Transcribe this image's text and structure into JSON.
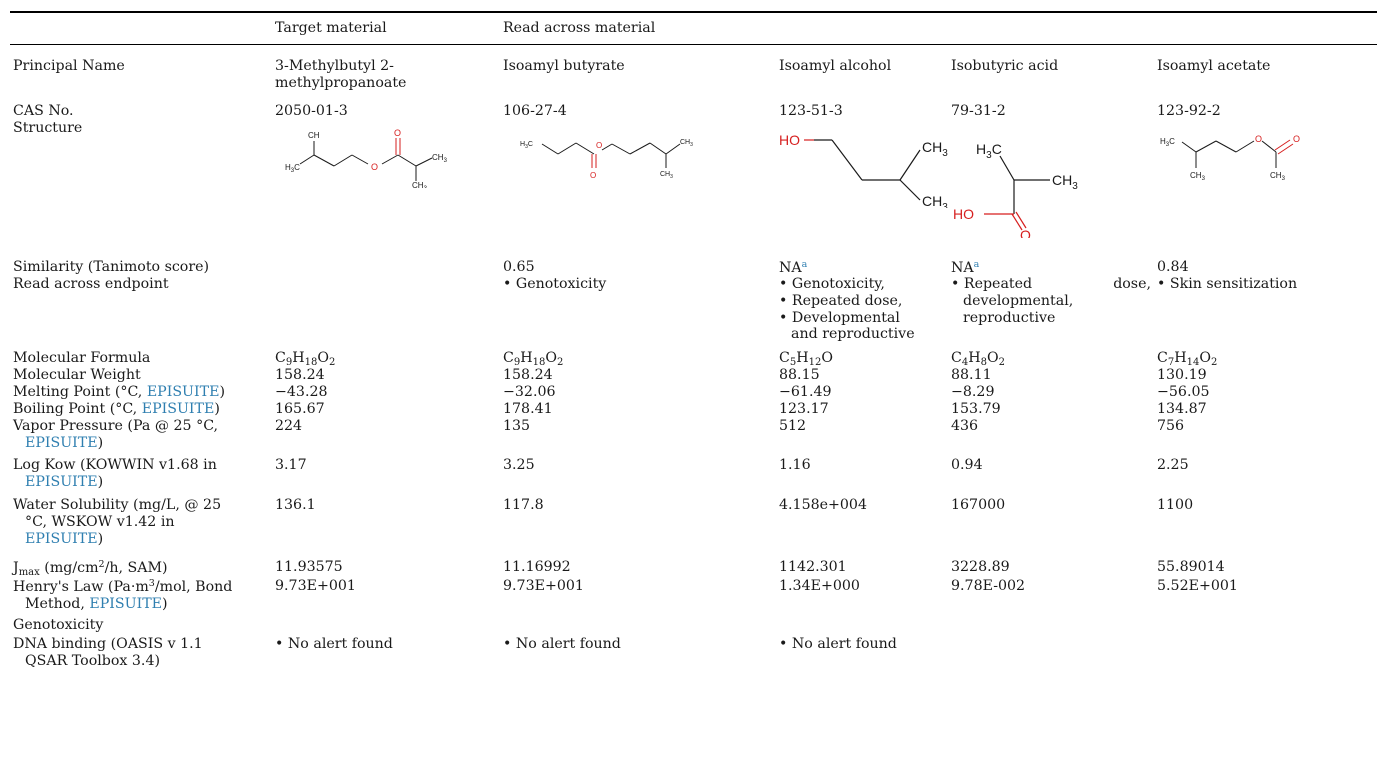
{
  "header": {
    "target_col": "Target material",
    "read_across_col": "Read across material"
  },
  "rows": {
    "principal_name": {
      "label": "Principal Name",
      "values": [
        "3-Methylbutyl 2-methylpropanoate",
        "Isoamyl butyrate",
        "Isoamyl alcohol",
        "Isobutyric acid",
        "Isoamyl acetate"
      ]
    },
    "cas": {
      "label": "CAS No.",
      "values": [
        "2050-01-3",
        "106-27-4",
        "123-51-3",
        "79-31-2",
        "123-92-2"
      ]
    },
    "structure": {
      "label": "Structure"
    },
    "similarity": {
      "label": "Similarity (Tanimoto score)",
      "values": [
        "",
        "0.65",
        "NA",
        "NA",
        "0.84"
      ],
      "footnote_mark": "a"
    },
    "read_across_endpoint": {
      "label": "Read across endpoint",
      "bullet": "•",
      "col2": [
        "Genotoxicity"
      ],
      "col3": [
        "Genotoxicity,",
        "Repeated dose,",
        "Developmental and reproductive"
      ],
      "col4_first_left": "Repeated",
      "col4_first_right": "dose,",
      "col4_rest": [
        "developmental,",
        "reproductive"
      ],
      "col5": [
        "Skin sensitization"
      ]
    },
    "molecular_formula": {
      "label": "Molecular Formula"
    },
    "molecular_weight": {
      "label": "Molecular Weight",
      "values": [
        "158.24",
        "158.24",
        "88.15",
        "88.11",
        "130.19"
      ]
    },
    "melting_point": {
      "label_pre": "Melting Point (°C, ",
      "label_link": "EPISUITE",
      "label_post": ")",
      "values": [
        "−43.28",
        "−32.06",
        "−61.49",
        "−8.29",
        "−56.05"
      ]
    },
    "boiling_point": {
      "label_pre": "Boiling Point (°C, ",
      "label_link": "EPISUITE",
      "label_post": ")",
      "values": [
        "165.67",
        "178.41",
        "123.17",
        "153.79",
        "134.87"
      ]
    },
    "vapor_pressure": {
      "label_pre": "Vapor Pressure (Pa @ 25 °C,",
      "label_link": "EPISUITE",
      "label_post": ")",
      "values": [
        "224",
        "135",
        "512",
        "436",
        "756"
      ]
    },
    "log_kow": {
      "label_pre": "Log Kow (KOWWIN v1.68 in",
      "label_link": "EPISUITE",
      "label_post": ")",
      "values": [
        "3.17",
        "3.25",
        "1.16",
        "0.94",
        "2.25"
      ]
    },
    "water_solubility": {
      "label_pre": "Water Solubility (mg/L, @ 25 °C, WSKOW v1.42 in",
      "label_link": "EPISUITE",
      "label_post": ")",
      "values": [
        "136.1",
        "117.8",
        "4.158e+004",
        "167000",
        "1100"
      ]
    },
    "jmax": {
      "label_j": "J",
      "label_sub": "max",
      "label_mid": " (mg/cm",
      "label_sup": "2",
      "label_post": "/h, SAM)",
      "values": [
        "11.93575",
        "11.16992",
        "1142.301",
        "3228.89",
        "55.89014"
      ]
    },
    "henrys_law": {
      "label_pre": "Henry's Law (Pa·m",
      "label_sup": "3",
      "label_mid": "/mol, Bond Method, ",
      "label_link": "EPISUITE",
      "label_post": ")",
      "values": [
        "9.73E+001",
        "9.73E+001",
        "1.34E+000",
        "9.78E-002",
        "5.52E+001"
      ]
    },
    "genotoxicity": {
      "label": "Genotoxicity"
    },
    "dna_binding": {
      "label": "DNA binding (OASIS v 1.1 QSAR Toolbox 3.4)",
      "values": [
        "No alert found",
        "No alert found",
        "No alert found"
      ]
    }
  },
  "formulas": [
    [
      [
        "C",
        ""
      ],
      [
        "9",
        "s"
      ],
      [
        "H",
        ""
      ],
      [
        "18",
        "s"
      ],
      [
        "O",
        ""
      ],
      [
        "2",
        "s"
      ]
    ],
    [
      [
        "C",
        ""
      ],
      [
        "9",
        "s"
      ],
      [
        "H",
        ""
      ],
      [
        "18",
        "s"
      ],
      [
        "O",
        ""
      ],
      [
        "2",
        "s"
      ]
    ],
    [
      [
        "C",
        ""
      ],
      [
        "5",
        "s"
      ],
      [
        "H",
        ""
      ],
      [
        "12",
        "s"
      ],
      [
        "O",
        ""
      ]
    ],
    [
      [
        "C",
        ""
      ],
      [
        "4",
        "s"
      ],
      [
        "H",
        ""
      ],
      [
        "8",
        "s"
      ],
      [
        "O",
        ""
      ],
      [
        "2",
        "s"
      ]
    ],
    [
      [
        "C",
        ""
      ],
      [
        "7",
        "s"
      ],
      [
        "H",
        ""
      ],
      [
        "14",
        "s"
      ],
      [
        "O",
        ""
      ],
      [
        "2",
        "s"
      ]
    ]
  ],
  "structure_labels": {
    "ch3": "CH",
    "three": "3",
    "h3c_h": "H",
    "h3c_c": "C",
    "ho": "HO",
    "o": "O"
  },
  "colors": {
    "link": "#2f7fb0",
    "oxygen": "#d61f1f",
    "bond": "#1a1a1a"
  }
}
